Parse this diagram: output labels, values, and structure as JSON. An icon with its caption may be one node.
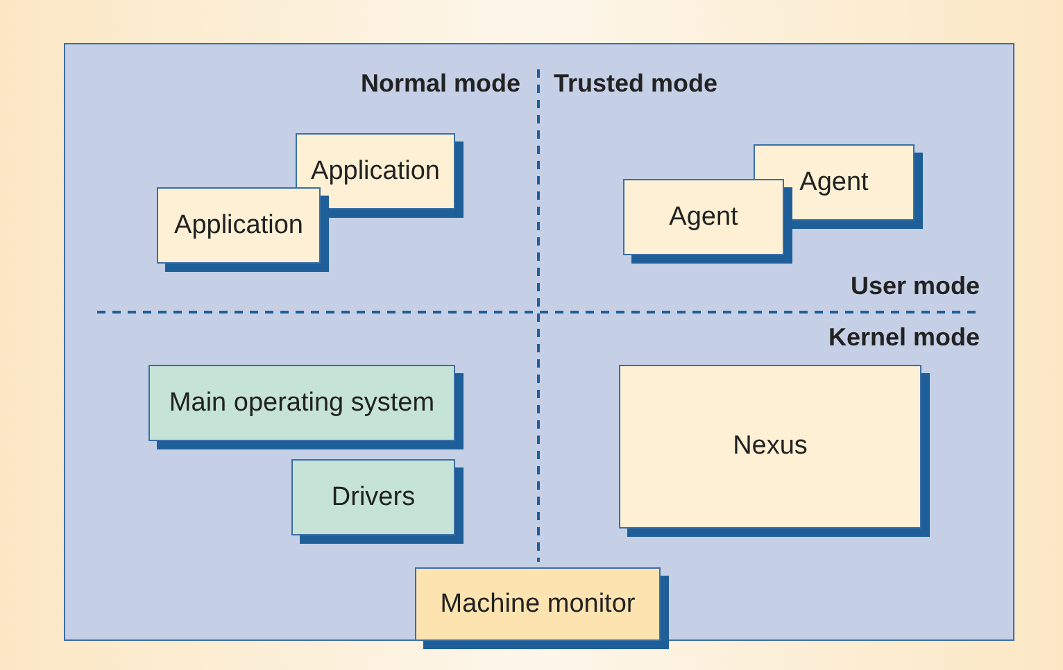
{
  "diagram": {
    "nodes": [
      {
        "text": [
          "Application"
        ]
      },
      {
        "text": [
          "Application"
        ]
      },
      {
        "text": [
          "Agent"
        ]
      },
      {
        "text": [
          "Agent"
        ]
      },
      {
        "text": [
          "Main operating system"
        ]
      },
      {
        "text": [
          "Nexus"
        ]
      },
      {
        "text": [
          "Drivers"
        ]
      },
      {
        "text": [
          "Machine monitor"
        ]
      }
    ],
    "edges": [],
    "labels": [
      "Normal mode",
      "Trusted mode",
      "User mode",
      "Kernel mode"
    ]
  }
}
